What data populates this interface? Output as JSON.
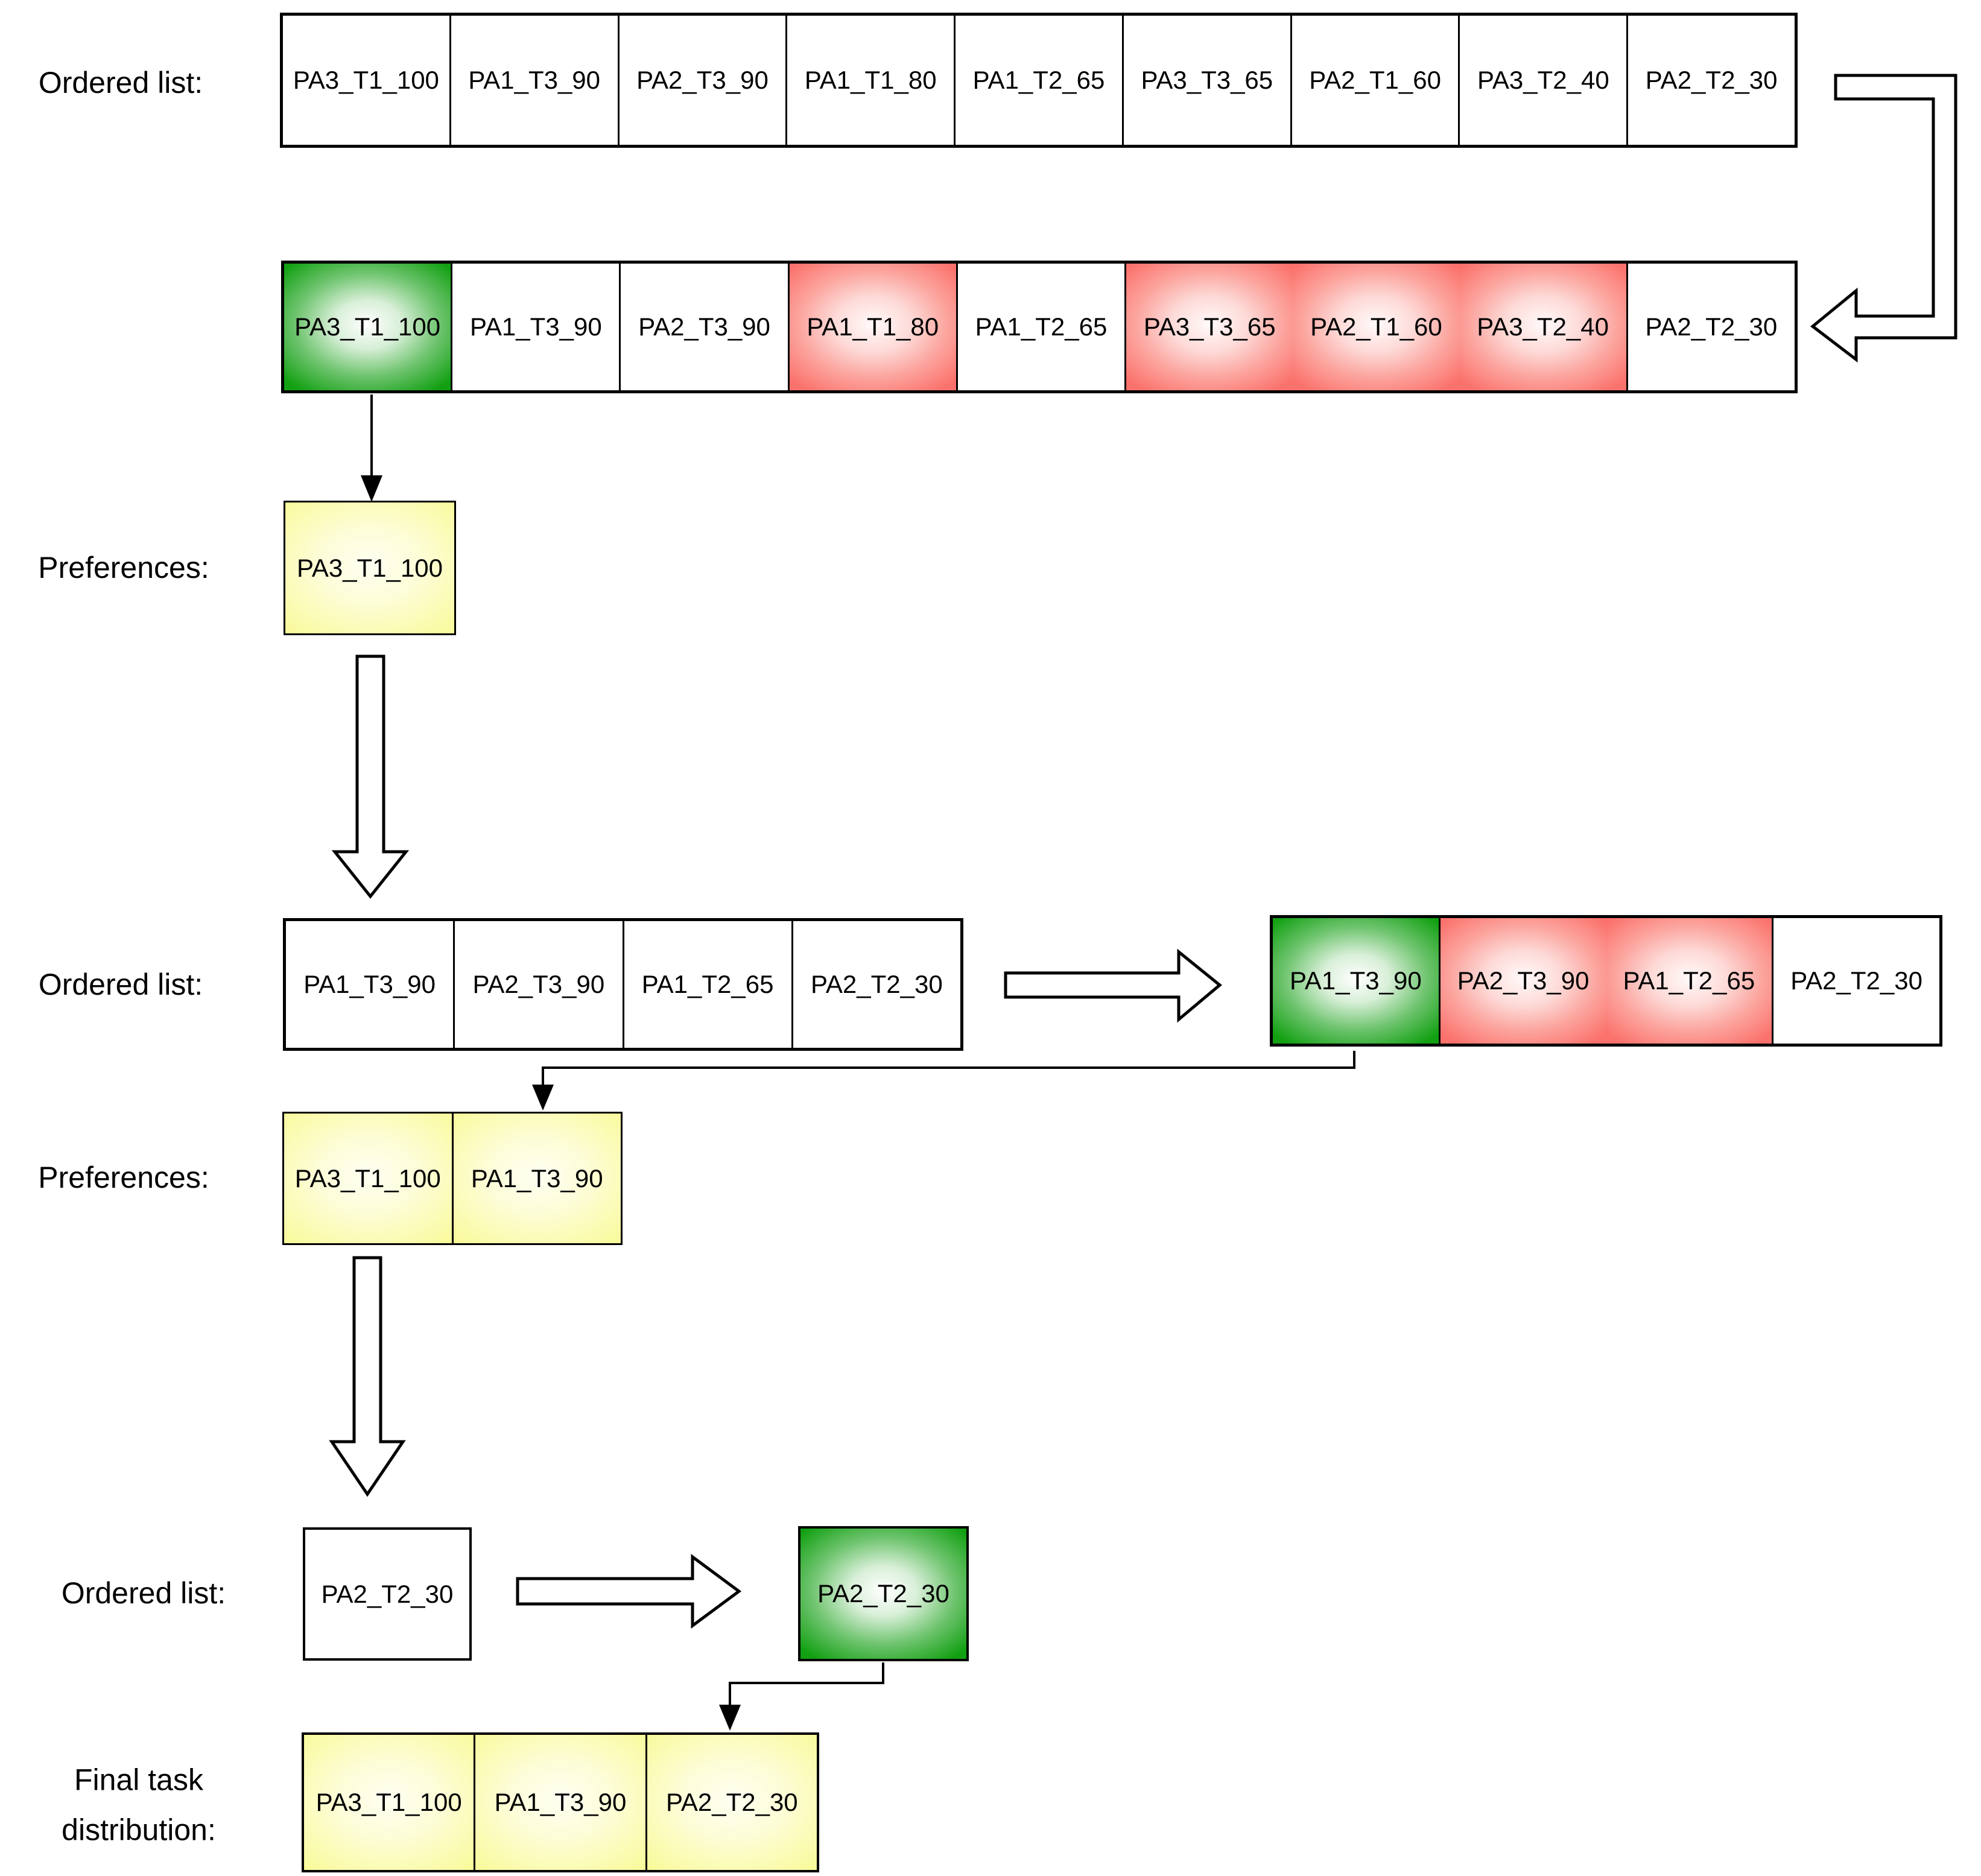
{
  "colors": {
    "highlight_green": "#12a012",
    "highlight_red": "#fb716b",
    "preference_yellow": "#f9fa98",
    "line_black": "#000000"
  },
  "sections": {
    "ordered_list_1": {
      "label": "Ordered list:",
      "cells": [
        {
          "label": "PA3_T1_100",
          "state": "white"
        },
        {
          "label": "PA1_T3_90",
          "state": "white"
        },
        {
          "label": "PA2_T3_90",
          "state": "white"
        },
        {
          "label": "PA1_T1_80",
          "state": "white"
        },
        {
          "label": "PA1_T2_65",
          "state": "white"
        },
        {
          "label": "PA3_T3_65",
          "state": "white"
        },
        {
          "label": "PA2_T1_60",
          "state": "white"
        },
        {
          "label": "PA3_T2_40",
          "state": "white"
        },
        {
          "label": "PA2_T2_30",
          "state": "white"
        }
      ]
    },
    "ordered_list_1_marked": {
      "cells": [
        {
          "label": "PA3_T1_100",
          "state": "green"
        },
        {
          "label": "PA1_T3_90",
          "state": "white"
        },
        {
          "label": "PA2_T3_90",
          "state": "white"
        },
        {
          "label": "PA1_T1_80",
          "state": "red"
        },
        {
          "label": "PA1_T2_65",
          "state": "white"
        },
        {
          "label": "PA3_T3_65",
          "state": "red"
        },
        {
          "label": "PA2_T1_60",
          "state": "red_merged"
        },
        {
          "label": "PA3_T2_40",
          "state": "red_merged"
        },
        {
          "label": "PA2_T2_30",
          "state": "white"
        }
      ]
    },
    "preferences_1": {
      "label": "Preferences:",
      "cells": [
        {
          "label": "PA3_T1_100",
          "state": "yellow"
        }
      ]
    },
    "ordered_list_2": {
      "label": "Ordered list:",
      "cells": [
        {
          "label": "PA1_T3_90",
          "state": "white"
        },
        {
          "label": "PA2_T3_90",
          "state": "white"
        },
        {
          "label": "PA1_T2_65",
          "state": "white"
        },
        {
          "label": "PA2_T2_30",
          "state": "white"
        }
      ]
    },
    "ordered_list_2_marked": {
      "cells": [
        {
          "label": "PA1_T3_90",
          "state": "green"
        },
        {
          "label": "PA2_T3_90",
          "state": "red"
        },
        {
          "label": "PA1_T2_65",
          "state": "red_merged"
        },
        {
          "label": "PA2_T2_30",
          "state": "white"
        }
      ]
    },
    "preferences_2": {
      "label": "Preferences:",
      "cells": [
        {
          "label": "PA3_T1_100",
          "state": "yellow"
        },
        {
          "label": "PA1_T3_90",
          "state": "yellow"
        }
      ]
    },
    "ordered_list_3": {
      "label": "Ordered list:",
      "cells": [
        {
          "label": "PA2_T2_30",
          "state": "white"
        }
      ]
    },
    "ordered_list_3_marked": {
      "cells": [
        {
          "label": "PA2_T2_30",
          "state": "green"
        }
      ]
    },
    "final_distribution": {
      "label_line1": "Final task",
      "label_line2": "distribution:",
      "cells": [
        {
          "label": "PA3_T1_100",
          "state": "yellow"
        },
        {
          "label": "PA1_T3_90",
          "state": "yellow"
        },
        {
          "label": "PA2_T2_30",
          "state": "yellow"
        }
      ]
    }
  }
}
